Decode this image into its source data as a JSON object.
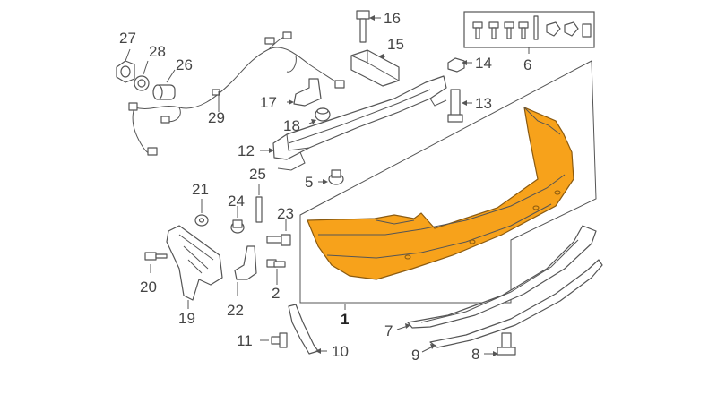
{
  "diagram": {
    "highlight_color": "#F7A21B",
    "callouts": [
      {
        "id": "c1",
        "text": "1"
      },
      {
        "id": "c2",
        "text": "2"
      },
      {
        "id": "c5",
        "text": "5"
      },
      {
        "id": "c6",
        "text": "6"
      },
      {
        "id": "c7",
        "text": "7"
      },
      {
        "id": "c8",
        "text": "8"
      },
      {
        "id": "c9",
        "text": "9"
      },
      {
        "id": "c10",
        "text": "10"
      },
      {
        "id": "c11",
        "text": "11"
      },
      {
        "id": "c12",
        "text": "12"
      },
      {
        "id": "c13",
        "text": "13"
      },
      {
        "id": "c14",
        "text": "14"
      },
      {
        "id": "c15",
        "text": "15"
      },
      {
        "id": "c16",
        "text": "16"
      },
      {
        "id": "c17",
        "text": "17"
      },
      {
        "id": "c18",
        "text": "18"
      },
      {
        "id": "c19",
        "text": "19"
      },
      {
        "id": "c20",
        "text": "20"
      },
      {
        "id": "c21",
        "text": "21"
      },
      {
        "id": "c22",
        "text": "22"
      },
      {
        "id": "c23",
        "text": "23"
      },
      {
        "id": "c24",
        "text": "24"
      },
      {
        "id": "c25",
        "text": "25"
      },
      {
        "id": "c26",
        "text": "26"
      },
      {
        "id": "c27",
        "text": "27"
      },
      {
        "id": "c28",
        "text": "28"
      },
      {
        "id": "c29",
        "text": "29"
      }
    ]
  }
}
